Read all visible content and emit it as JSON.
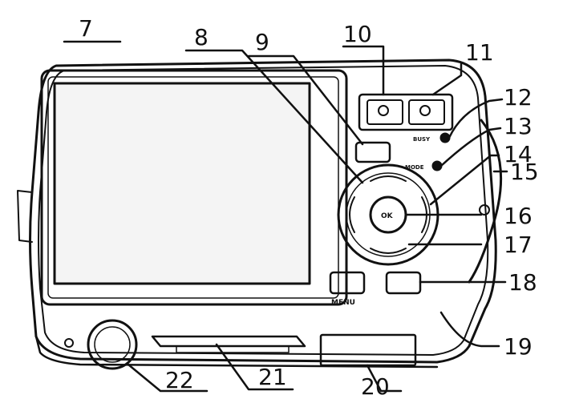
{
  "diagram": {
    "subject": "digital camera, rear view",
    "colors": {
      "line": "#111111",
      "paper": "#ffffff",
      "screen": "#f4f4f4"
    },
    "callouts": [
      {
        "label": "7",
        "part": "lcd-screen"
      },
      {
        "label": "8",
        "part": "up-button"
      },
      {
        "label": "9",
        "part": "mode-button"
      },
      {
        "label": "10",
        "part": "zoom-out-button"
      },
      {
        "label": "11",
        "part": "zoom-in-button"
      },
      {
        "label": "12",
        "part": "busy-indicator"
      },
      {
        "label": "13",
        "part": "mode-indicator"
      },
      {
        "label": "14",
        "part": "right-button"
      },
      {
        "label": "15",
        "part": "strap-eyelet"
      },
      {
        "label": "16",
        "part": "ok-button"
      },
      {
        "label": "17",
        "part": "down-button"
      },
      {
        "label": "18",
        "part": "playback-button"
      },
      {
        "label": "19",
        "part": "battery-cover"
      },
      {
        "label": "20",
        "part": "battery-door"
      },
      {
        "label": "21",
        "part": "usb-port"
      },
      {
        "label": "22",
        "part": "tripod-socket"
      }
    ],
    "button_labels": {
      "ok": "OK",
      "menu": "MENU",
      "busy": "BUSY",
      "mode": "MODE"
    }
  }
}
